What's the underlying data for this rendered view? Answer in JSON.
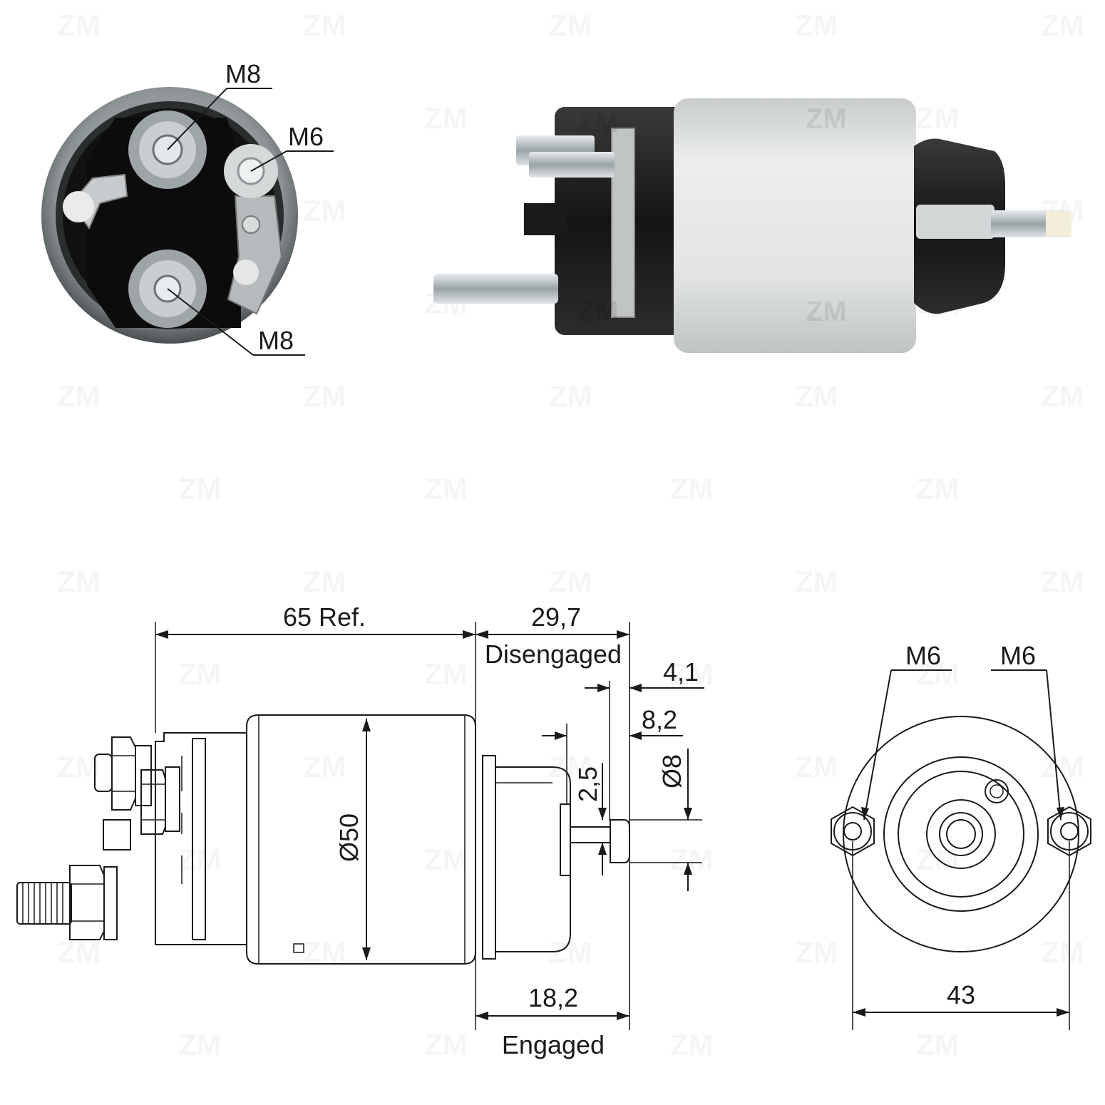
{
  "watermark": {
    "text": "ZM"
  },
  "photo_end_view": {
    "labels": {
      "top_stud": "M8",
      "small_stud": "M6",
      "bottom_stud": "M8"
    }
  },
  "photo_side_view": {
    "badges": [
      "ZM",
      "ZM",
      "ZM",
      "ZM"
    ]
  },
  "side_drawing": {
    "length_ref": "65 Ref.",
    "disengaged_value": "29,7",
    "disengaged_label": "Disengaged",
    "engaged_value": "18,2",
    "engaged_label": "Engaged",
    "dim_4_1": "4,1",
    "dim_8_2": "8,2",
    "dim_2_5": "2,5",
    "dia_8": "Ø8",
    "dia_50": "Ø50"
  },
  "end_drawing": {
    "left_thread": "M6",
    "right_thread": "M6",
    "span": "43"
  },
  "colors": {
    "line": "#1a1a1a",
    "body_grey": "#e4e6e6",
    "plastic_black": "#1c1c1c",
    "zinc": "#b9c0c4"
  }
}
